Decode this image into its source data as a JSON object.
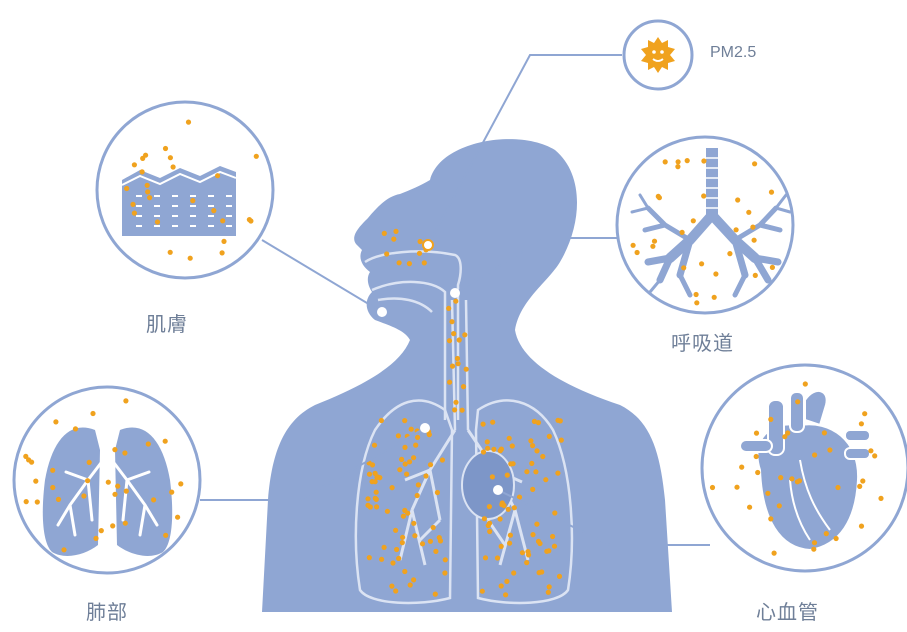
{
  "labels": {
    "pm": "PM2.5",
    "skin": "肌膚",
    "airway": "呼吸道",
    "lungs": "肺部",
    "heart": "心血管"
  },
  "colors": {
    "body": "#8fa6d3",
    "body_dark": "#7d96c8",
    "outline": "#dbe3f3",
    "line": "#8fa6d3",
    "particle": "#f0a21e",
    "label": "#6f7f98"
  },
  "icons": [
    "pm25-particle-icon",
    "skin-closeup-icon",
    "airway-bronchi-icon",
    "lungs-icon",
    "heart-icon"
  ]
}
